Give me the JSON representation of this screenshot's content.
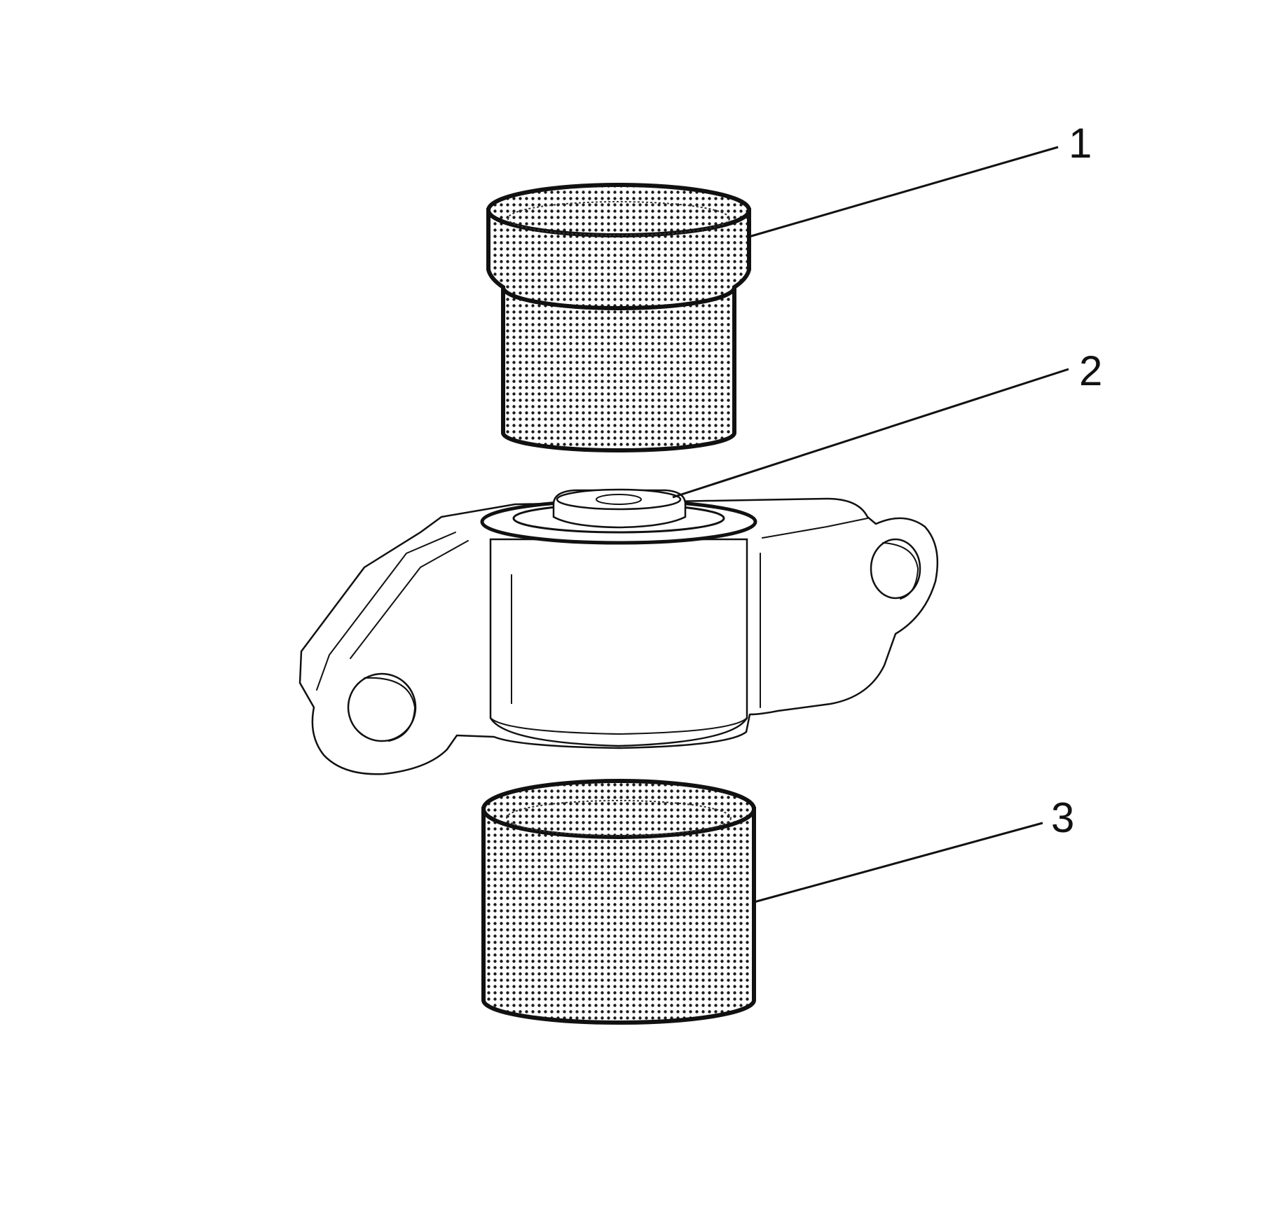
{
  "callouts": [
    {
      "label": "1"
    },
    {
      "label": "2"
    },
    {
      "label": "3"
    }
  ],
  "colors": {
    "ink": "#111111",
    "paper": "#ffffff",
    "stipple": "#1a1a1a"
  }
}
